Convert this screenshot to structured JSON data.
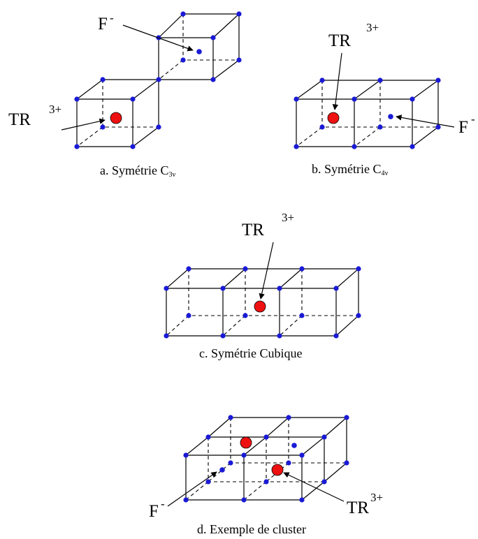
{
  "figure": {
    "a": {
      "caption_prefix": "a. Symétrie C",
      "caption_sub": "3v",
      "label_tr": "TR",
      "label_tr_sup": "3+",
      "label_f": "F",
      "label_f_sup": "-"
    },
    "b": {
      "caption_prefix": "b. Symétrie C",
      "caption_sub": "4v",
      "label_tr": "TR",
      "label_tr_sup": "3+",
      "label_f": "F",
      "label_f_sup": "-"
    },
    "c": {
      "caption": "c. Symétrie Cubique",
      "label_tr": "TR",
      "label_tr_sup": "3+"
    },
    "d": {
      "caption": "d. Exemple de cluster",
      "label_tr": "TR",
      "label_tr_sup": "3+",
      "label_f": "F",
      "label_f_sup": "-"
    }
  },
  "colors": {
    "vertex": "#1a1ad6",
    "ion_tr": "#ee1111",
    "ion_f": "#1a1ad6",
    "edges": "#000000"
  }
}
